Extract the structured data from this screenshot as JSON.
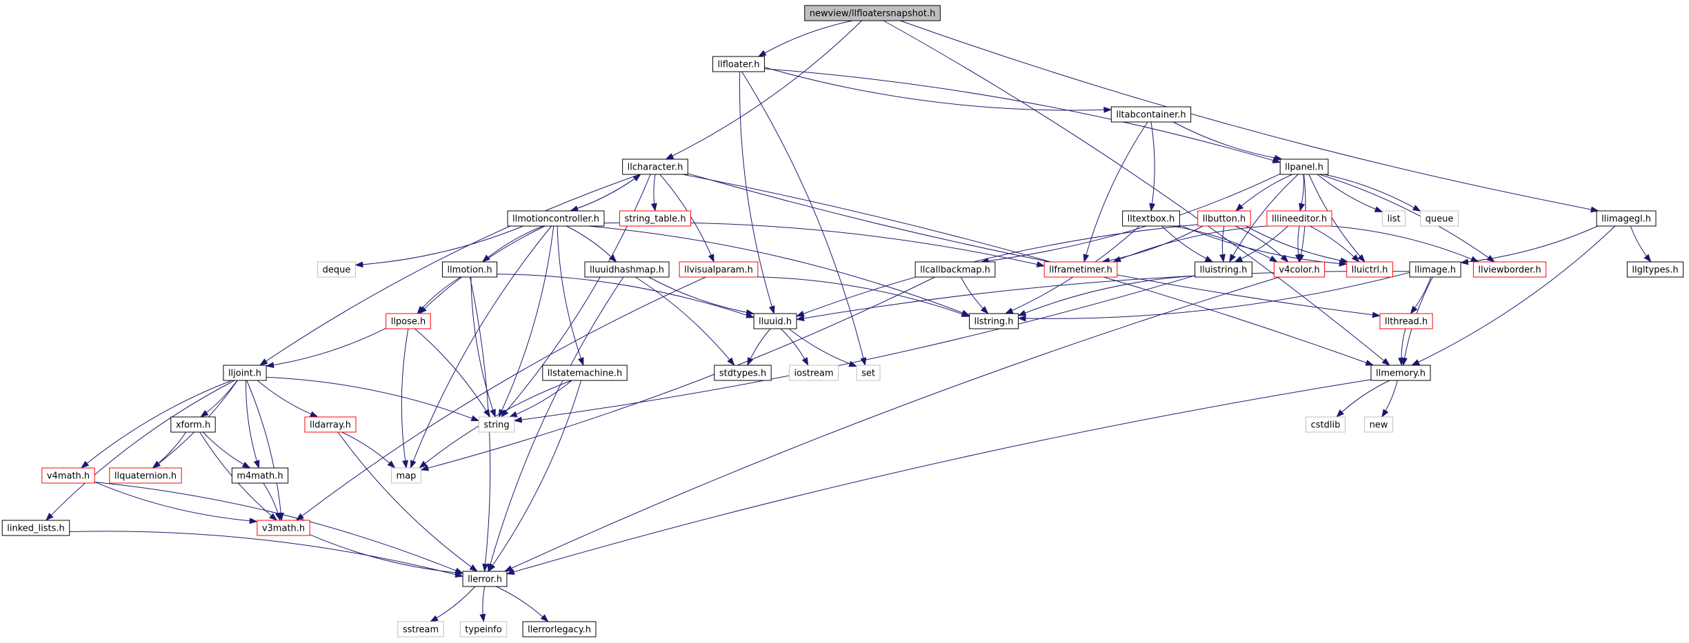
{
  "title": "newview/llfloatersnapshot.h",
  "colors": {
    "edge": "#191970",
    "root_fill": "#bfbfbf",
    "documented": "#000000",
    "has_more": "#ff0000",
    "external": "#bfbfbf"
  },
  "nodes": [
    {
      "id": "root",
      "label": "newview/llfloatersnapshot.h",
      "kind": "root"
    },
    {
      "id": "llfloater",
      "label": "llfloater.h",
      "kind": "doc"
    },
    {
      "id": "lltabcontainer",
      "label": "lltabcontainer.h",
      "kind": "doc"
    },
    {
      "id": "llcharacter",
      "label": "llcharacter.h",
      "kind": "doc"
    },
    {
      "id": "llpanel",
      "label": "llpanel.h",
      "kind": "doc"
    },
    {
      "id": "llmotioncontroller",
      "label": "llmotioncontroller.h",
      "kind": "doc"
    },
    {
      "id": "string_table",
      "label": "string_table.h",
      "kind": "red"
    },
    {
      "id": "deque",
      "label": "deque",
      "kind": "ext"
    },
    {
      "id": "llmotion",
      "label": "llmotion.h",
      "kind": "doc"
    },
    {
      "id": "lluuidhashmap",
      "label": "lluuidhashmap.h",
      "kind": "doc"
    },
    {
      "id": "llvisualparam",
      "label": "llvisualparam.h",
      "kind": "red"
    },
    {
      "id": "lltextbox",
      "label": "lltextbox.h",
      "kind": "doc"
    },
    {
      "id": "llbutton",
      "label": "llbutton.h",
      "kind": "red"
    },
    {
      "id": "lllineeditor",
      "label": "lllineeditor.h",
      "kind": "red"
    },
    {
      "id": "list",
      "label": "list",
      "kind": "ext"
    },
    {
      "id": "queue",
      "label": "queue",
      "kind": "ext"
    },
    {
      "id": "llimagegl",
      "label": "llimagegl.h",
      "kind": "doc"
    },
    {
      "id": "llpose",
      "label": "llpose.h",
      "kind": "red"
    },
    {
      "id": "llcallbackmap",
      "label": "llcallbackmap.h",
      "kind": "doc"
    },
    {
      "id": "llframetimer",
      "label": "llframetimer.h",
      "kind": "red"
    },
    {
      "id": "lluistring",
      "label": "lluistring.h",
      "kind": "doc"
    },
    {
      "id": "v4color",
      "label": "v4color.h",
      "kind": "red"
    },
    {
      "id": "lluictrl",
      "label": "lluictrl.h",
      "kind": "red"
    },
    {
      "id": "llimage",
      "label": "llimage.h",
      "kind": "doc"
    },
    {
      "id": "llviewborder",
      "label": "llviewborder.h",
      "kind": "red"
    },
    {
      "id": "llgltypes",
      "label": "llgltypes.h",
      "kind": "doc"
    },
    {
      "id": "lluuid",
      "label": "lluuid.h",
      "kind": "doc"
    },
    {
      "id": "llstring",
      "label": "llstring.h",
      "kind": "doc"
    },
    {
      "id": "llthread",
      "label": "llthread.h",
      "kind": "red"
    },
    {
      "id": "lljoint",
      "label": "lljoint.h",
      "kind": "doc"
    },
    {
      "id": "llstatemachine",
      "label": "llstatemachine.h",
      "kind": "doc"
    },
    {
      "id": "stdtypes",
      "label": "stdtypes.h",
      "kind": "doc"
    },
    {
      "id": "iostream",
      "label": "iostream",
      "kind": "ext"
    },
    {
      "id": "set",
      "label": "set",
      "kind": "ext"
    },
    {
      "id": "llmemory",
      "label": "llmemory.h",
      "kind": "doc"
    },
    {
      "id": "xform",
      "label": "xform.h",
      "kind": "doc"
    },
    {
      "id": "lldarray",
      "label": "lldarray.h",
      "kind": "red"
    },
    {
      "id": "string",
      "label": "string",
      "kind": "ext"
    },
    {
      "id": "cstdlib",
      "label": "cstdlib",
      "kind": "ext"
    },
    {
      "id": "new",
      "label": "new",
      "kind": "ext"
    },
    {
      "id": "v4math",
      "label": "v4math.h",
      "kind": "red"
    },
    {
      "id": "llquaternion",
      "label": "llquaternion.h",
      "kind": "red"
    },
    {
      "id": "m4math",
      "label": "m4math.h",
      "kind": "doc"
    },
    {
      "id": "map",
      "label": "map",
      "kind": "ext"
    },
    {
      "id": "v3math",
      "label": "v3math.h",
      "kind": "red"
    },
    {
      "id": "linked_lists",
      "label": "linked_lists.h",
      "kind": "doc"
    },
    {
      "id": "llerror",
      "label": "llerror.h",
      "kind": "doc"
    },
    {
      "id": "sstream",
      "label": "sstream",
      "kind": "ext"
    },
    {
      "id": "typeinfo",
      "label": "typeinfo",
      "kind": "ext"
    },
    {
      "id": "llerrorlegacy",
      "label": "llerrorlegacy.h",
      "kind": "doc"
    }
  ],
  "edges": [
    [
      "root",
      "llfloater"
    ],
    [
      "root",
      "llcharacter"
    ],
    [
      "root",
      "llimagegl"
    ],
    [
      "root",
      "llmemory"
    ],
    [
      "llfloater",
      "lltabcontainer"
    ],
    [
      "llfloater",
      "llpanel"
    ],
    [
      "llfloater",
      "lluuid"
    ],
    [
      "llfloater",
      "set"
    ],
    [
      "lltabcontainer",
      "llpanel"
    ],
    [
      "lltabcontainer",
      "lltextbox"
    ],
    [
      "lltabcontainer",
      "llframetimer"
    ],
    [
      "llcharacter",
      "llmotioncontroller"
    ],
    [
      "llcharacter",
      "string_table"
    ],
    [
      "llcharacter",
      "llvisualparam"
    ],
    [
      "llcharacter",
      "lljoint"
    ],
    [
      "llcharacter",
      "string"
    ],
    [
      "llcharacter",
      "llthread"
    ],
    [
      "llcharacter",
      "llmemory"
    ],
    [
      "llmotioncontroller",
      "llcharacter"
    ],
    [
      "llmotioncontroller",
      "deque"
    ],
    [
      "llmotioncontroller",
      "llmotion"
    ],
    [
      "llmotioncontroller",
      "lluuidhashmap"
    ],
    [
      "llmotioncontroller",
      "llpose"
    ],
    [
      "llmotioncontroller",
      "llframetimer"
    ],
    [
      "llmotioncontroller",
      "llstatemachine"
    ],
    [
      "llmotioncontroller",
      "string"
    ],
    [
      "llmotioncontroller",
      "map"
    ],
    [
      "llmotioncontroller",
      "llstring"
    ],
    [
      "llmotion",
      "llpose"
    ],
    [
      "llmotion",
      "lluuid"
    ],
    [
      "llmotion",
      "string"
    ],
    [
      "llmotion",
      "llerror"
    ],
    [
      "lluuidhashmap",
      "lluuid"
    ],
    [
      "lluuidhashmap",
      "stdtypes"
    ],
    [
      "lluuidhashmap",
      "llerror"
    ],
    [
      "llvisualparam",
      "llstring"
    ],
    [
      "llvisualparam",
      "v3math"
    ],
    [
      "llpanel",
      "llcallbackmap"
    ],
    [
      "llpanel",
      "llbutton"
    ],
    [
      "llpanel",
      "lllineeditor"
    ],
    [
      "llpanel",
      "lluistring"
    ],
    [
      "llpanel",
      "v4color"
    ],
    [
      "llpanel",
      "lluictrl"
    ],
    [
      "llpanel",
      "llviewborder"
    ],
    [
      "llpanel",
      "list"
    ],
    [
      "llpanel",
      "queue"
    ],
    [
      "lltextbox",
      "lluistring"
    ],
    [
      "lltextbox",
      "v4color"
    ],
    [
      "lltextbox",
      "lluictrl"
    ],
    [
      "lltextbox",
      "llstring"
    ],
    [
      "llbutton",
      "lluistring"
    ],
    [
      "llbutton",
      "v4color"
    ],
    [
      "llbutton",
      "lluictrl"
    ],
    [
      "llbutton",
      "llframetimer"
    ],
    [
      "llbutton",
      "lluuid"
    ],
    [
      "lllineeditor",
      "lluistring"
    ],
    [
      "lllineeditor",
      "v4color"
    ],
    [
      "lllineeditor",
      "lluictrl"
    ],
    [
      "lllineeditor",
      "llframetimer"
    ],
    [
      "lllineeditor",
      "llviewborder"
    ],
    [
      "llcallbackmap",
      "llstring"
    ],
    [
      "llcallbackmap",
      "map"
    ],
    [
      "lluistring",
      "llstring"
    ],
    [
      "lluistring",
      "string"
    ],
    [
      "v4color",
      "llerror"
    ],
    [
      "llimagegl",
      "llimage"
    ],
    [
      "llimagegl",
      "llgltypes"
    ],
    [
      "llimagegl",
      "llmemory"
    ],
    [
      "llimage",
      "lluuid"
    ],
    [
      "llimage",
      "llthread"
    ],
    [
      "llimage",
      "llmemory"
    ],
    [
      "llimage",
      "llstring"
    ],
    [
      "llthread",
      "llmemory"
    ],
    [
      "llpose",
      "lljoint"
    ],
    [
      "llpose",
      "map"
    ],
    [
      "llpose",
      "string"
    ],
    [
      "lluuid",
      "stdtypes"
    ],
    [
      "lluuid",
      "iostream"
    ],
    [
      "lluuid",
      "set"
    ],
    [
      "lljoint",
      "xform"
    ],
    [
      "lljoint",
      "lldarray"
    ],
    [
      "lljoint",
      "string"
    ],
    [
      "lljoint",
      "v4math"
    ],
    [
      "lljoint",
      "llquaternion"
    ],
    [
      "lljoint",
      "m4math"
    ],
    [
      "lljoint",
      "v3math"
    ],
    [
      "lljoint",
      "linked_lists"
    ],
    [
      "llstatemachine",
      "string"
    ],
    [
      "llstatemachine",
      "map"
    ],
    [
      "llstatemachine",
      "llerror"
    ],
    [
      "xform",
      "m4math"
    ],
    [
      "xform",
      "llquaternion"
    ],
    [
      "xform",
      "v3math"
    ],
    [
      "lldarray",
      "map"
    ],
    [
      "lldarray",
      "llerror"
    ],
    [
      "m4math",
      "v3math"
    ],
    [
      "v4math",
      "v3math"
    ],
    [
      "v4math",
      "llerror"
    ],
    [
      "v3math",
      "llerror"
    ],
    [
      "linked_lists",
      "llerror"
    ],
    [
      "llmemory",
      "cstdlib"
    ],
    [
      "llmemory",
      "new"
    ],
    [
      "llmemory",
      "llerror"
    ],
    [
      "llerror",
      "sstream"
    ],
    [
      "llerror",
      "typeinfo"
    ],
    [
      "llerror",
      "llerrorlegacy"
    ]
  ]
}
